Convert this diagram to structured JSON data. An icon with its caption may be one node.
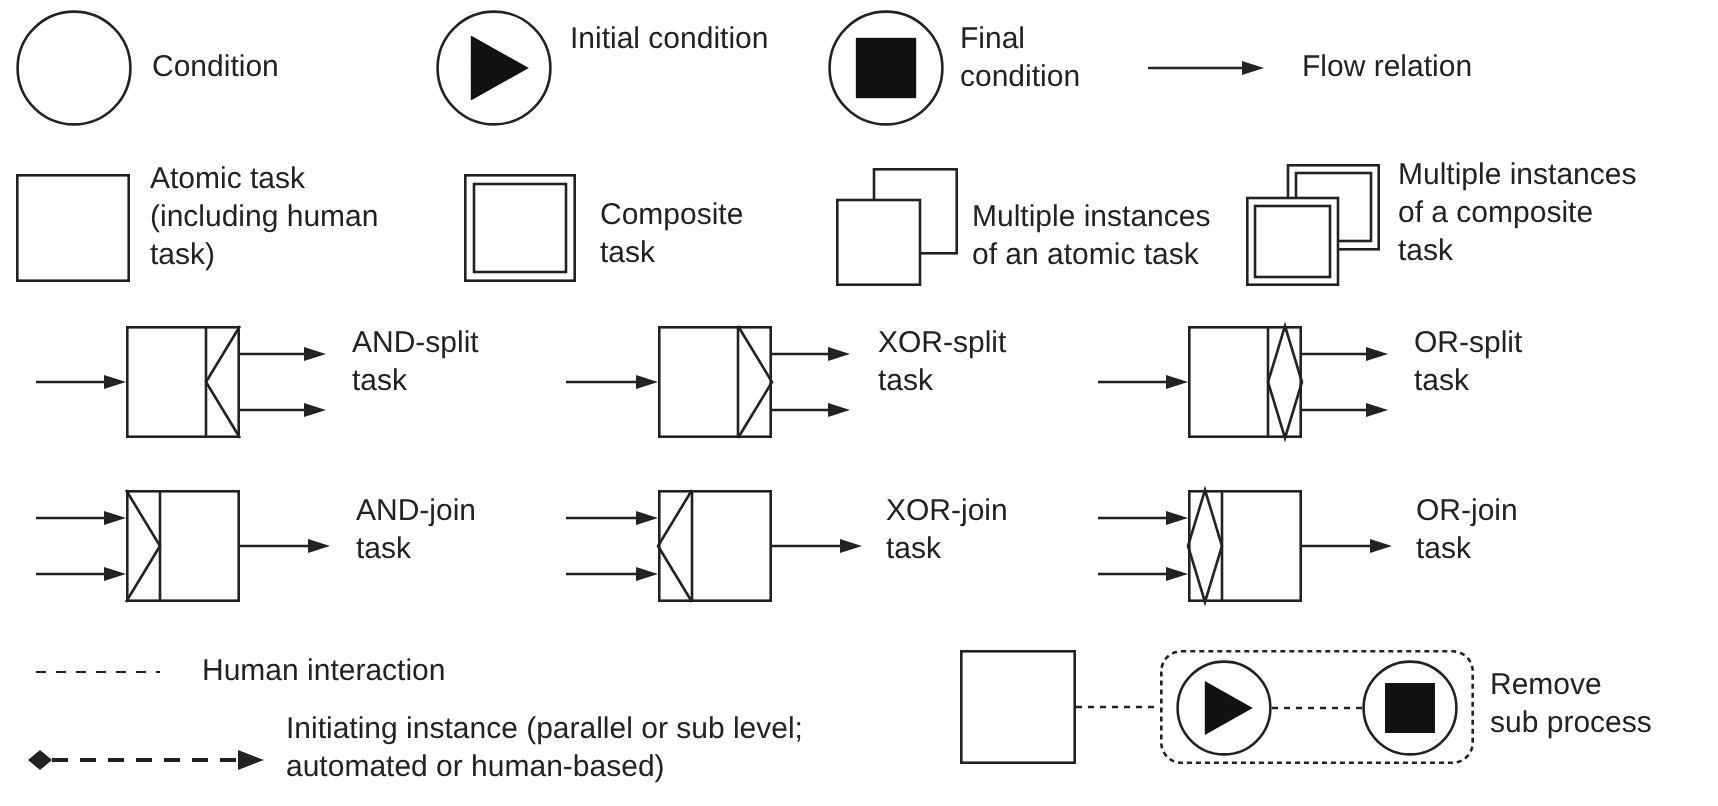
{
  "diagram": {
    "nodes": [
      {
        "text": [],
        "shape": "circle",
        "beside": [
          "Condition"
        ]
      },
      {
        "text": [],
        "shape": "circle",
        "beside": [
          "Initial condition"
        ]
      },
      {
        "text": [],
        "shape": "circle",
        "beside": [
          "Final condition"
        ]
      },
      {
        "text": [],
        "shape": "box",
        "beside": [
          "Atomic task (including human task)"
        ]
      },
      {
        "text": [],
        "shape": "box",
        "beside": [
          "Composite task"
        ]
      },
      {
        "text": [],
        "shape": "box",
        "beside": [
          "Multiple instances of an atomic task"
        ]
      },
      {
        "text": [],
        "shape": "box",
        "beside": [
          "Multiple instances of a composite task"
        ]
      },
      {
        "text": [],
        "shape": "box"
      },
      {
        "text": [],
        "shape": "box"
      },
      {
        "text": [],
        "shape": "box"
      },
      {
        "text": [],
        "shape": "box"
      },
      {
        "text": [],
        "shape": "box"
      },
      {
        "text": [],
        "shape": "box"
      },
      {
        "text": [],
        "shape": "box"
      },
      {
        "text": [],
        "shape": "box",
        "beside": [
          "Remove sub process"
        ]
      },
      {
        "text": [],
        "shape": "circle",
        "in": 14
      },
      {
        "text": [],
        "shape": "circle",
        "in": 14
      }
    ],
    "edges": [
      {
        "from": null,
        "to": 7,
        "arrow": "to"
      },
      {
        "from": 7,
        "to": null,
        "arrow": "to"
      },
      {
        "from": 7,
        "to": null,
        "arrow": "to"
      },
      {
        "from": null,
        "to": 8,
        "arrow": "to"
      },
      {
        "from": 8,
        "to": null,
        "arrow": "to"
      },
      {
        "from": 8,
        "to": null,
        "arrow": "to"
      },
      {
        "from": null,
        "to": 9,
        "arrow": "to"
      },
      {
        "from": 9,
        "to": null,
        "arrow": "to"
      },
      {
        "from": 9,
        "to": null,
        "arrow": "to"
      },
      {
        "from": null,
        "to": 10,
        "arrow": "to"
      },
      {
        "from": null,
        "to": 10,
        "arrow": "to"
      },
      {
        "from": 10,
        "to": null,
        "arrow": "to"
      },
      {
        "from": null,
        "to": 11,
        "arrow": "to"
      },
      {
        "from": null,
        "to": 11,
        "arrow": "to"
      },
      {
        "from": 11,
        "to": null,
        "arrow": "to"
      },
      {
        "from": null,
        "to": 12,
        "arrow": "to"
      },
      {
        "from": null,
        "to": 12,
        "arrow": "to"
      },
      {
        "from": 12,
        "to": null,
        "arrow": "to"
      },
      {
        "from": 13,
        "to": 14,
        "arrow": "none",
        "style": "dashed"
      },
      {
        "from": 15,
        "to": 16,
        "arrow": "none",
        "style": "dashed"
      }
    ],
    "labels": [
      "AND-split task",
      "XOR-split task",
      "OR-split task",
      "AND-join task",
      "XOR-join task",
      "OR-join task"
    ],
    "legend": [
      {
        "text": "Flow relation"
      },
      {
        "text": "Human interaction"
      },
      {
        "text": "Initiating instance (parallel or sub level; automated or human-based)"
      }
    ]
  }
}
